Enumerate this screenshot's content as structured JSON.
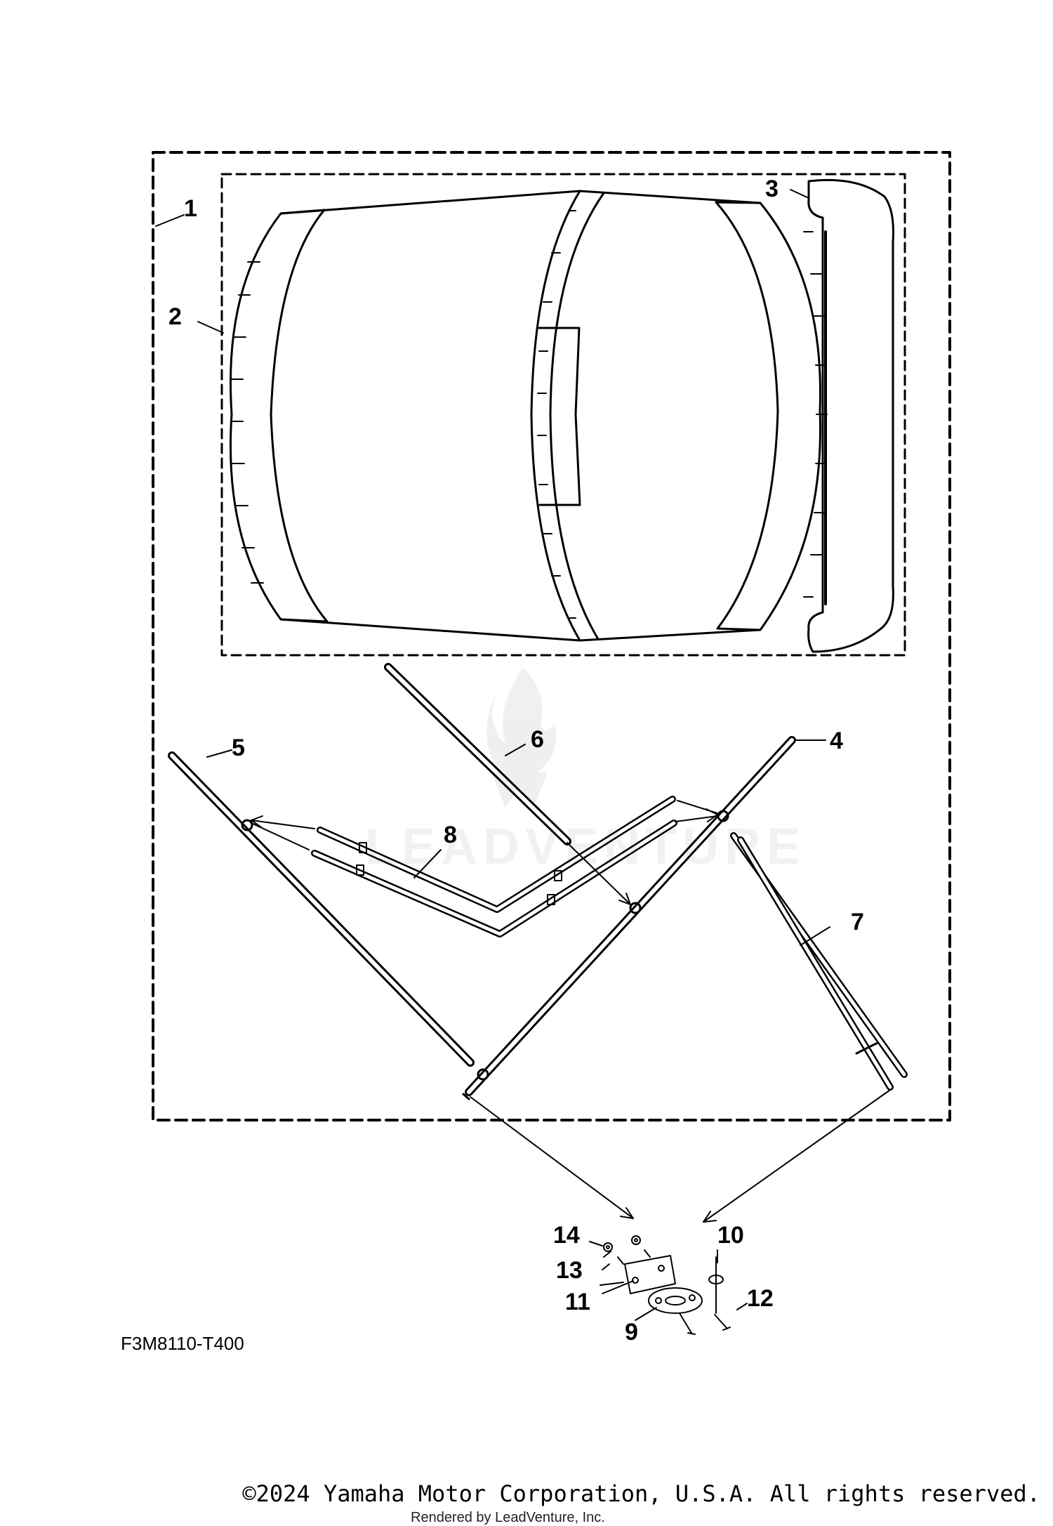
{
  "diagram": {
    "code_label": "F3M8110-T400",
    "callouts": [
      {
        "id": "1",
        "label": "1"
      },
      {
        "id": "2",
        "label": "2"
      },
      {
        "id": "3",
        "label": "3"
      },
      {
        "id": "4",
        "label": "4"
      },
      {
        "id": "5",
        "label": "5"
      },
      {
        "id": "6",
        "label": "6"
      },
      {
        "id": "7",
        "label": "7"
      },
      {
        "id": "8",
        "label": "8"
      },
      {
        "id": "9",
        "label": "9"
      },
      {
        "id": "10",
        "label": "10"
      },
      {
        "id": "11",
        "label": "11"
      },
      {
        "id": "12",
        "label": "12"
      },
      {
        "id": "13",
        "label": "13"
      },
      {
        "id": "14",
        "label": "14"
      }
    ]
  },
  "watermark": {
    "text": "LEADVENTURE",
    "icon": "flame-logo-icon"
  },
  "footer": {
    "copyright": "©2024 Yamaha Motor Corporation, U.S.A. All rights reserved.",
    "render_credit": "Rendered by LeadVenture, Inc."
  }
}
